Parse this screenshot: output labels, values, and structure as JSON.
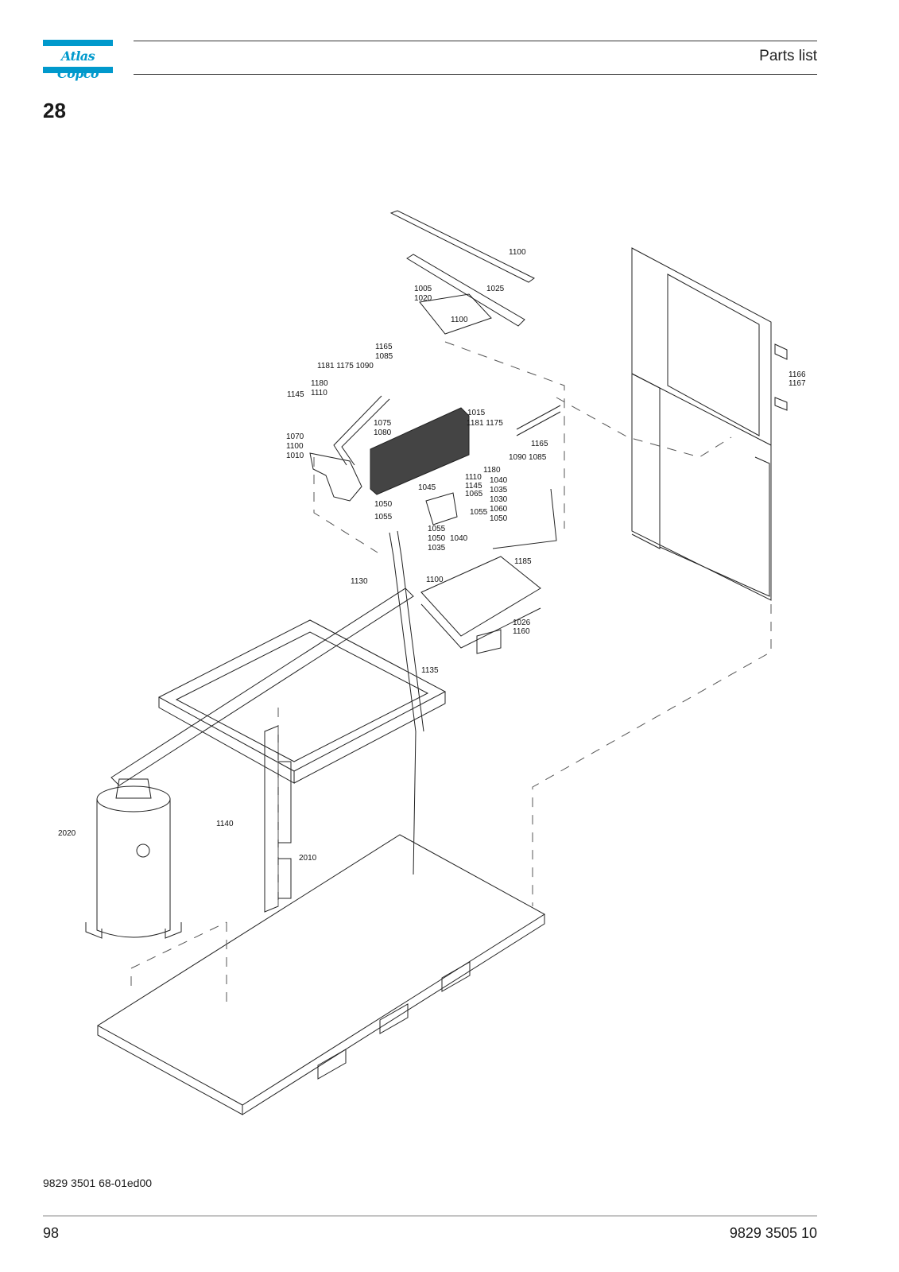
{
  "header": {
    "logo_text": "Atlas Copco",
    "title": "Parts list"
  },
  "section_number": "28",
  "drawing": {
    "callouts": [
      "1100",
      "1005",
      "1020",
      "1025",
      "1100",
      "1165",
      "1085",
      "1181 1175 1090",
      "1180",
      "1110",
      "1145",
      "1015",
      "1181 1175",
      "1075",
      "1080",
      "1070",
      "1100",
      "1010",
      "1165",
      "1090 1085",
      "1180",
      "1110",
      "1145",
      "1065",
      "1040",
      "1035",
      "1045",
      "1030",
      "1060",
      "1050",
      "1055",
      "1050",
      "1055",
      "1055",
      "1050",
      "1040",
      "1035",
      "1185",
      "1100",
      "1130",
      "1026",
      "1160",
      "1135",
      "1166",
      "1167",
      "1140",
      "2020",
      "2010"
    ]
  },
  "footer": {
    "doc_number": "9829 3501 68-01ed00",
    "page_number": "98",
    "manual_number": "9829 3505 10"
  },
  "colors": {
    "brand": "#0099cc",
    "line": "#333333"
  }
}
